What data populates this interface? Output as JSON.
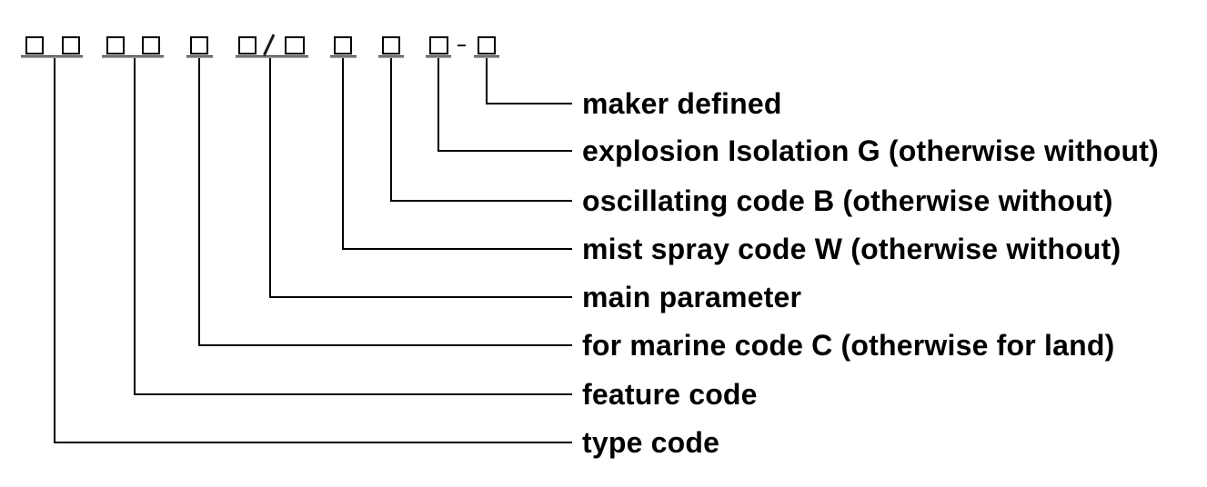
{
  "diagram": {
    "kind": "model-code-designation-legend",
    "slots": [
      {
        "name": "type-code",
        "boxes": 2,
        "label": "type code"
      },
      {
        "name": "feature-code",
        "boxes": 2,
        "label": "feature code"
      },
      {
        "name": "marine-code",
        "boxes": 1,
        "label": "for marine code C (otherwise for land)"
      },
      {
        "name": "main-parameter",
        "boxes": 2,
        "separator_between": "/",
        "label": "main parameter"
      },
      {
        "name": "mist-spray-code",
        "boxes": 1,
        "label": "mist spray code W (otherwise without)"
      },
      {
        "name": "oscillating-code",
        "boxes": 1,
        "label": "oscillating code B (otherwise without)"
      },
      {
        "name": "explosion-isolation-code",
        "boxes": 1,
        "label": "explosion Isolation G (otherwise without)"
      },
      {
        "name": "maker-defined",
        "boxes": 1,
        "separator_before": "-",
        "label": "maker defined"
      }
    ],
    "colors": {
      "line": "#000000",
      "underline_top": "#1c1c1c",
      "underline_bottom": "#999999",
      "text": "#000000",
      "background": "#ffffff"
    }
  }
}
